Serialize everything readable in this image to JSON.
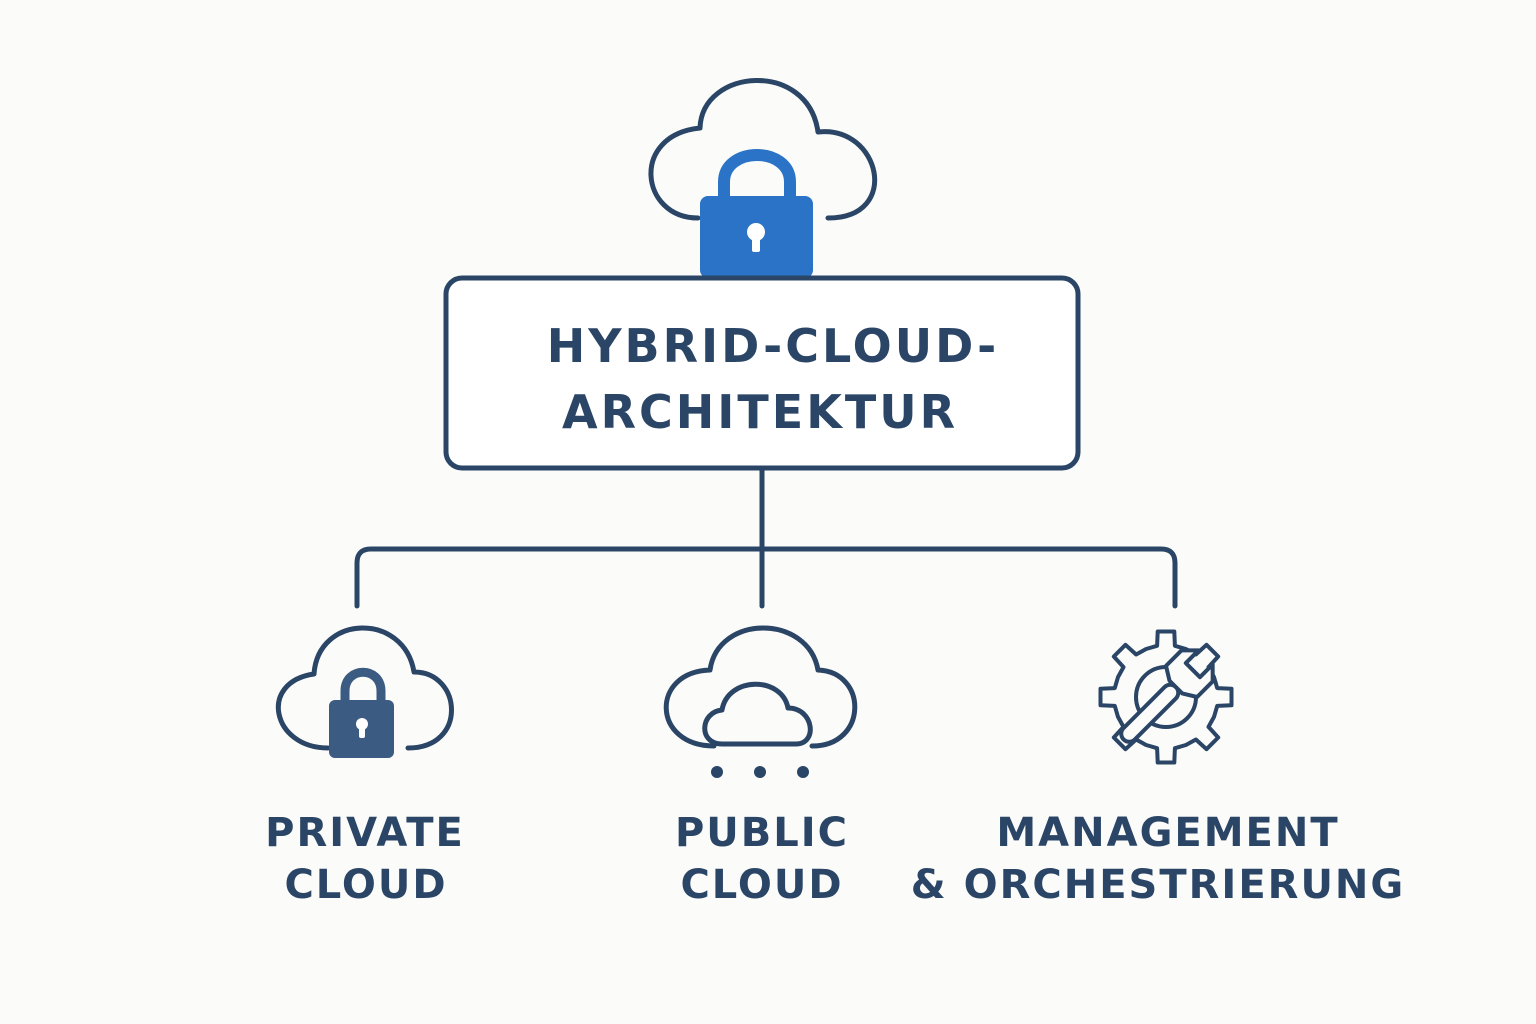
{
  "root": {
    "title_lines": [
      "HYBRID-CLOUD-",
      "ARCHITEKTUR"
    ],
    "icon": "cloud-lock-icon"
  },
  "nodes": [
    {
      "id": "private",
      "lines": [
        "PRIVATE",
        "CLOUD"
      ],
      "icon": "cloud-lock-icon"
    },
    {
      "id": "public",
      "lines": [
        "PUBLIC",
        "CLOUD"
      ],
      "icon": "cloud-network-icon"
    },
    {
      "id": "management",
      "lines": [
        "MANAGEMENT",
        "& ORCHESTRIERUNG"
      ],
      "icon": "gear-wrench-icon"
    }
  ],
  "colors": {
    "stroke": "#2a4566",
    "accent": "#2a73c6",
    "lock_dark": "#3c5b82",
    "background": "#fbfbf9"
  }
}
